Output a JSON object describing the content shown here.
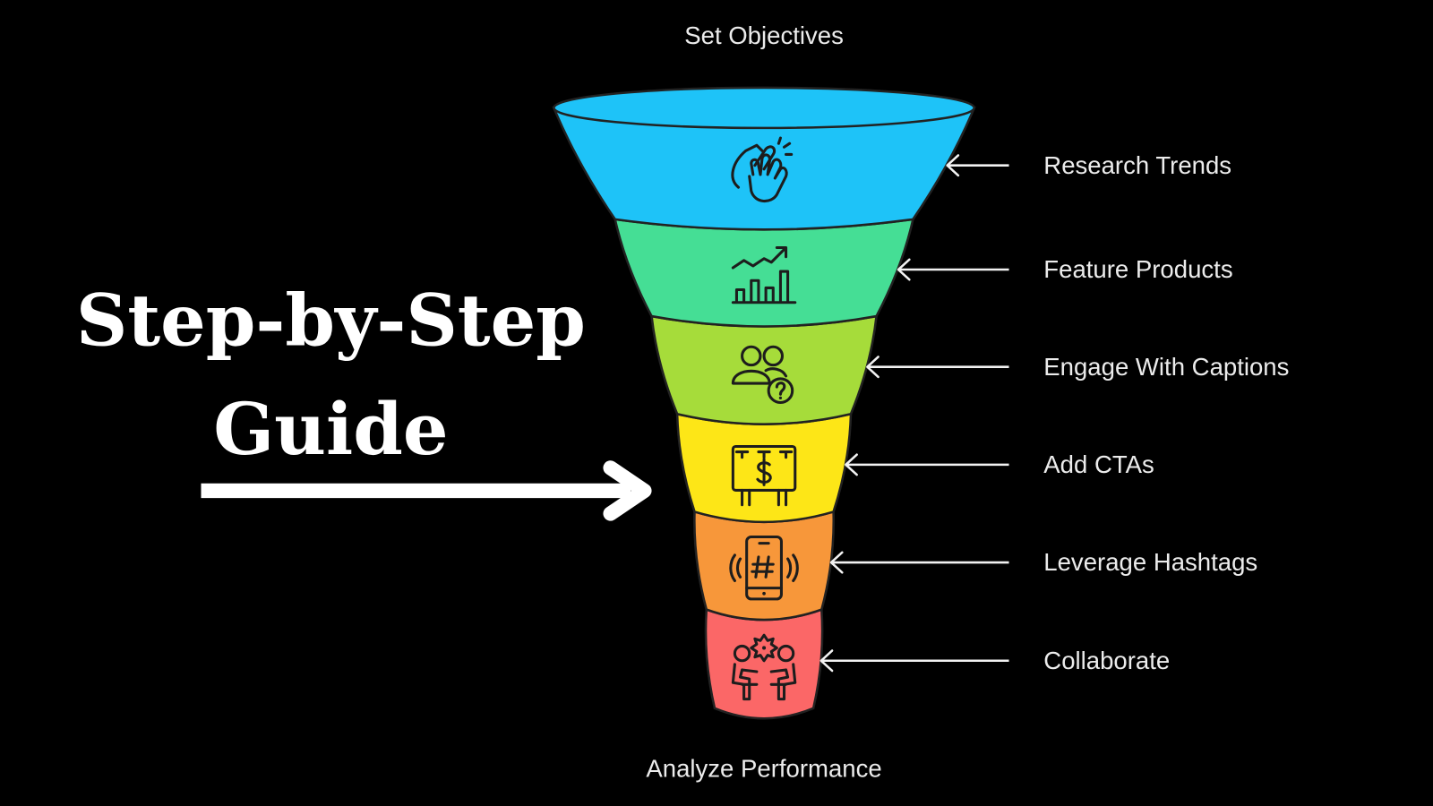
{
  "diagram": {
    "type": "funnel",
    "top_label": "Set Objectives",
    "bottom_label": "Analyze Performance",
    "stages": [
      {
        "label": "Research Trends",
        "icon": "clapping-hands-icon",
        "color": "#1ec3f8"
      },
      {
        "label": "Feature Products",
        "icon": "growth-chart-icon",
        "color": "#45de95"
      },
      {
        "label": "Engage With Captions",
        "icon": "users-question-icon",
        "color": "#a6dc3a"
      },
      {
        "label": "Add CTAs",
        "icon": "billboard-dollar-icon",
        "color": "#fde617"
      },
      {
        "label": "Leverage Hashtags",
        "icon": "phone-hashtag-icon",
        "color": "#f7973a"
      },
      {
        "label": "Collaborate",
        "icon": "collaboration-icon",
        "color": "#fb6767"
      }
    ]
  },
  "headline": {
    "line1": "Step-by-Step",
    "line2": "Guide",
    "arrow": "right-arrow-icon"
  }
}
